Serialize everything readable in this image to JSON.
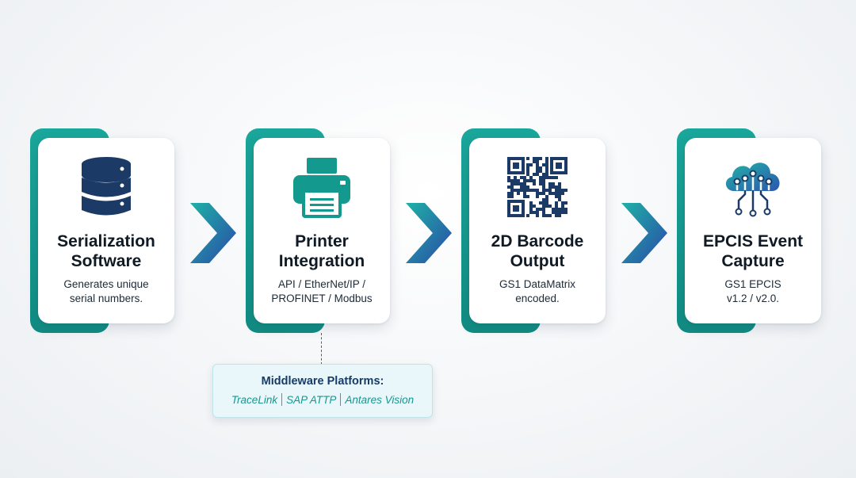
{
  "steps": [
    {
      "title_line1": "Serialization",
      "title_line2": "Software",
      "desc_line1": "Generates unique",
      "desc_line2": "serial numbers.",
      "icon": "database-icon"
    },
    {
      "title_line1": "Printer",
      "title_line2": "Integration",
      "desc_line1": "API / EtherNet/IP /",
      "desc_line2": "PROFINET / Modbus",
      "icon": "printer-icon"
    },
    {
      "title_line1": "2D Barcode",
      "title_line2": "Output",
      "desc_line1": "GS1 DataMatrix",
      "desc_line2": "encoded.",
      "icon": "qr-code-icon"
    },
    {
      "title_line1": "EPCIS Event",
      "title_line2": "Capture",
      "desc_line1": "GS1 EPCIS",
      "desc_line2": "v1.2 / v2.0.",
      "icon": "cloud-network-icon"
    }
  ],
  "middleware": {
    "title": "Middleware Platforms:",
    "items": [
      "TraceLink",
      "SAP ATTP",
      "Antares Vision"
    ]
  },
  "colors": {
    "teal": "#14998f",
    "navy": "#1b3a66",
    "arrow_start": "#1fb1a6",
    "arrow_end": "#2a4aa8"
  }
}
